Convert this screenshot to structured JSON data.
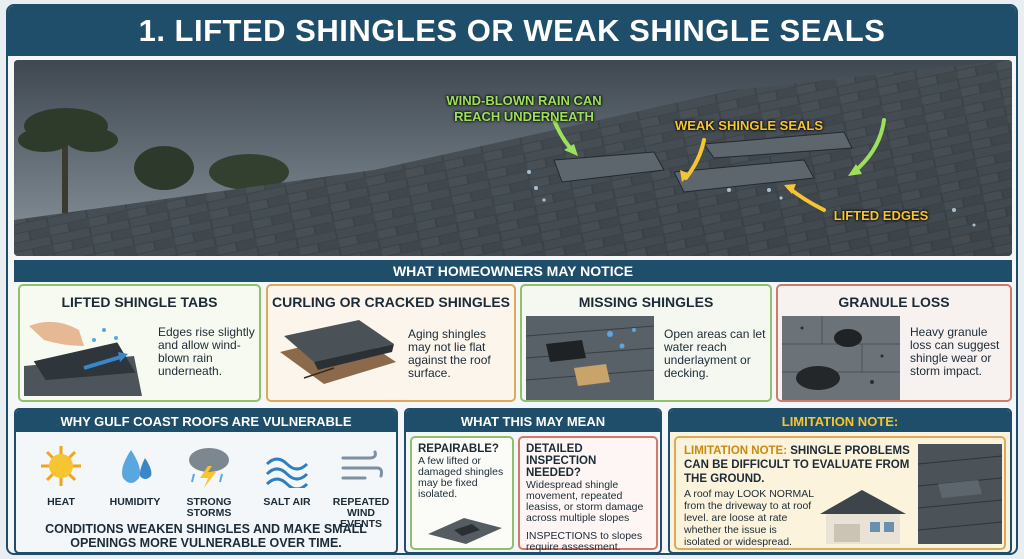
{
  "title": "1.  LIFTED SHINGLES OR WEAK SHINGLE SEALS",
  "hero": {
    "callouts": {
      "wind_rain": "WIND-BLOWN RAIN CAN REACH UNDERNEATH",
      "weak_seals": "WEAK SHINGLE SEALS",
      "lifted_edges": "LIFTED EDGES"
    },
    "colors": {
      "green": "#9ee05a",
      "yellow": "#f7c531"
    }
  },
  "notice": {
    "heading": "WHAT HOMEOWNERS MAY NOTICE",
    "cards": [
      {
        "title": "LIFTED SHINGLE TABS",
        "text": "Edges rise slightly and allow wind-blown rain underneath.",
        "border": "#8fc06a"
      },
      {
        "title": "CURLING OR CRACKED SHINGLES",
        "text": "Aging shingles may not lie flat against the roof surface.",
        "border": "#e0a85c"
      },
      {
        "title": "MISSING SHINGLES",
        "text": "Open areas can let water reach underlayment or decking.",
        "border": "#8fc06a"
      },
      {
        "title": "GRANULE LOSS",
        "text": "Heavy granule loss can suggest shingle wear or storm impact.",
        "border": "#d07a6a"
      }
    ]
  },
  "vulnerable": {
    "heading": "WHY GULF COAST ROOFS ARE VULNERABLE",
    "items": [
      {
        "icon": "sun-icon",
        "label": "HEAT"
      },
      {
        "icon": "water-drops-icon",
        "label": "HUMIDITY"
      },
      {
        "icon": "storm-cloud-icon",
        "label": "STRONG STORMS"
      },
      {
        "icon": "waves-icon",
        "label": "SALT AIR"
      },
      {
        "icon": "wind-icon",
        "label": "REPEATED WIND EVENTS"
      }
    ],
    "summary": "CONDITIONS WEAKEN SHINGLES AND MAKE SMALL OPENINGS MORE VULNERABLE OVER TIME."
  },
  "meaning": {
    "heading": "WHAT THIS MAY MEAN",
    "repairable": {
      "title": "REPAIRABLE?",
      "text": "A few lifted or damaged shingles may be fixed isolated."
    },
    "inspection": {
      "title": "DETAILED INSPECTION NEEDED?",
      "text": "Widespread shingle movement, repeated leasiss, or storm damage across multiple slopes",
      "text2": "INSPECTIONS to slopes require assessment."
    }
  },
  "limitation": {
    "heading": "LIMITATION NOTE:",
    "lead": "LIMITATION NOTE:",
    "lead_rest": " SHINGLE PROBLEMS CAN BE DIFFICULT TO EVALUATE FROM THE GROUND.",
    "text": "A roof may LOOK NORMAL from the driveway to at roof level. are loose at rate whether the issue is isolated or widespread."
  }
}
